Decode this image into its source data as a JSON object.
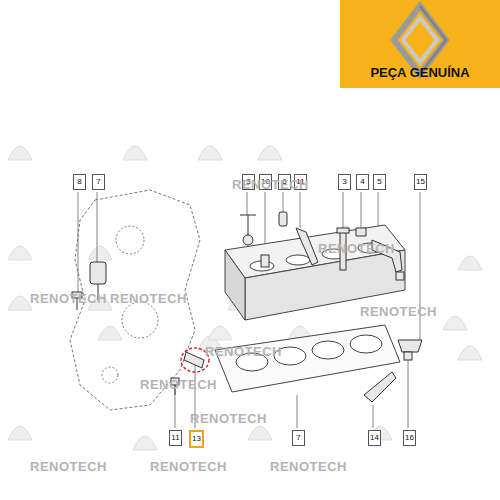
{
  "diagram": {
    "labels": [
      "PEÇA GENUÍNA",
      "8",
      "7",
      "3",
      "10",
      "6",
      "11",
      "3",
      "4",
      "5",
      "15",
      "11",
      "13",
      "7",
      "14",
      "16",
      "RENOTECH",
      "RENOTECH",
      "RENOTECH",
      "RENOTECH",
      "RENOTECH",
      "RENOTECH",
      "RENOTECH",
      "RENOTECH",
      "RENOTECH",
      "RENOTECH",
      "RENOTECH"
    ]
  }
}
